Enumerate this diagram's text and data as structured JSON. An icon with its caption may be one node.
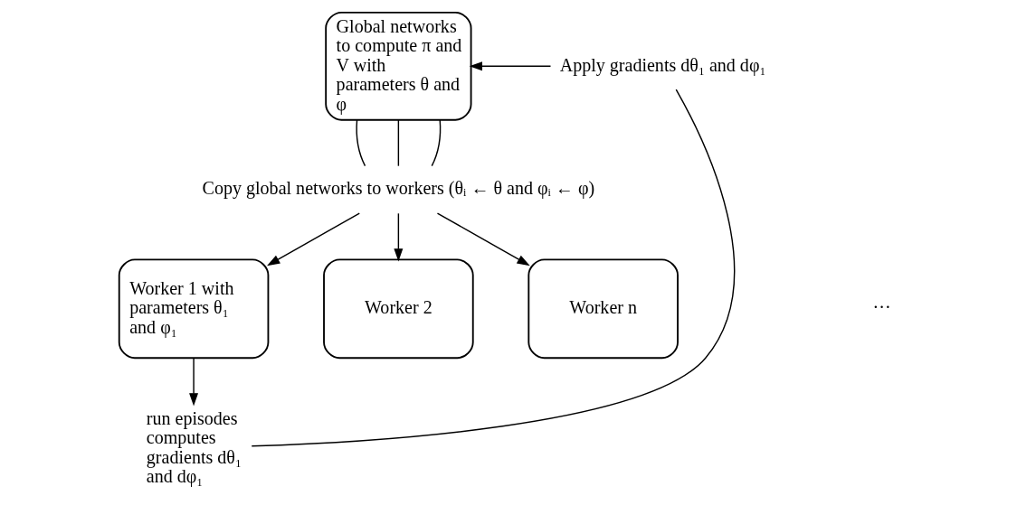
{
  "diagram": {
    "nodes": [
      {
        "text": [
          "Global networks to compute π and V with parameters θ and φ"
        ]
      },
      {
        "text": [
          "Copy global networks to workers (θᵢ ← θ and φᵢ ← φ)"
        ]
      },
      {
        "text": [
          "Worker 1 with parameters θ₁ and φ₁"
        ]
      },
      {
        "text": [
          "Worker 2"
        ]
      },
      {
        "text": [
          "Worker n"
        ]
      },
      {
        "text": [
          "run episodes computes gradients dθ₁ and dφ₁"
        ]
      },
      {
        "text": [
          "Apply gradients dθ₁ and dφ₁"
        ]
      }
    ],
    "edges": [
      {
        "from": 0,
        "to": 1,
        "arrow": "none"
      },
      {
        "from": 0,
        "to": 1,
        "arrow": "none"
      },
      {
        "from": 0,
        "to": 1,
        "arrow": "none"
      },
      {
        "from": 1,
        "to": 2,
        "arrow": "to"
      },
      {
        "from": 1,
        "to": 3,
        "arrow": "to"
      },
      {
        "from": 1,
        "to": 4,
        "arrow": "to"
      },
      {
        "from": 2,
        "to": 5,
        "arrow": "to"
      },
      {
        "from": 5,
        "to": 6,
        "arrow": "none"
      },
      {
        "from": 6,
        "to": 0,
        "arrow": "to"
      }
    ],
    "labels": [
      "···"
    ]
  }
}
